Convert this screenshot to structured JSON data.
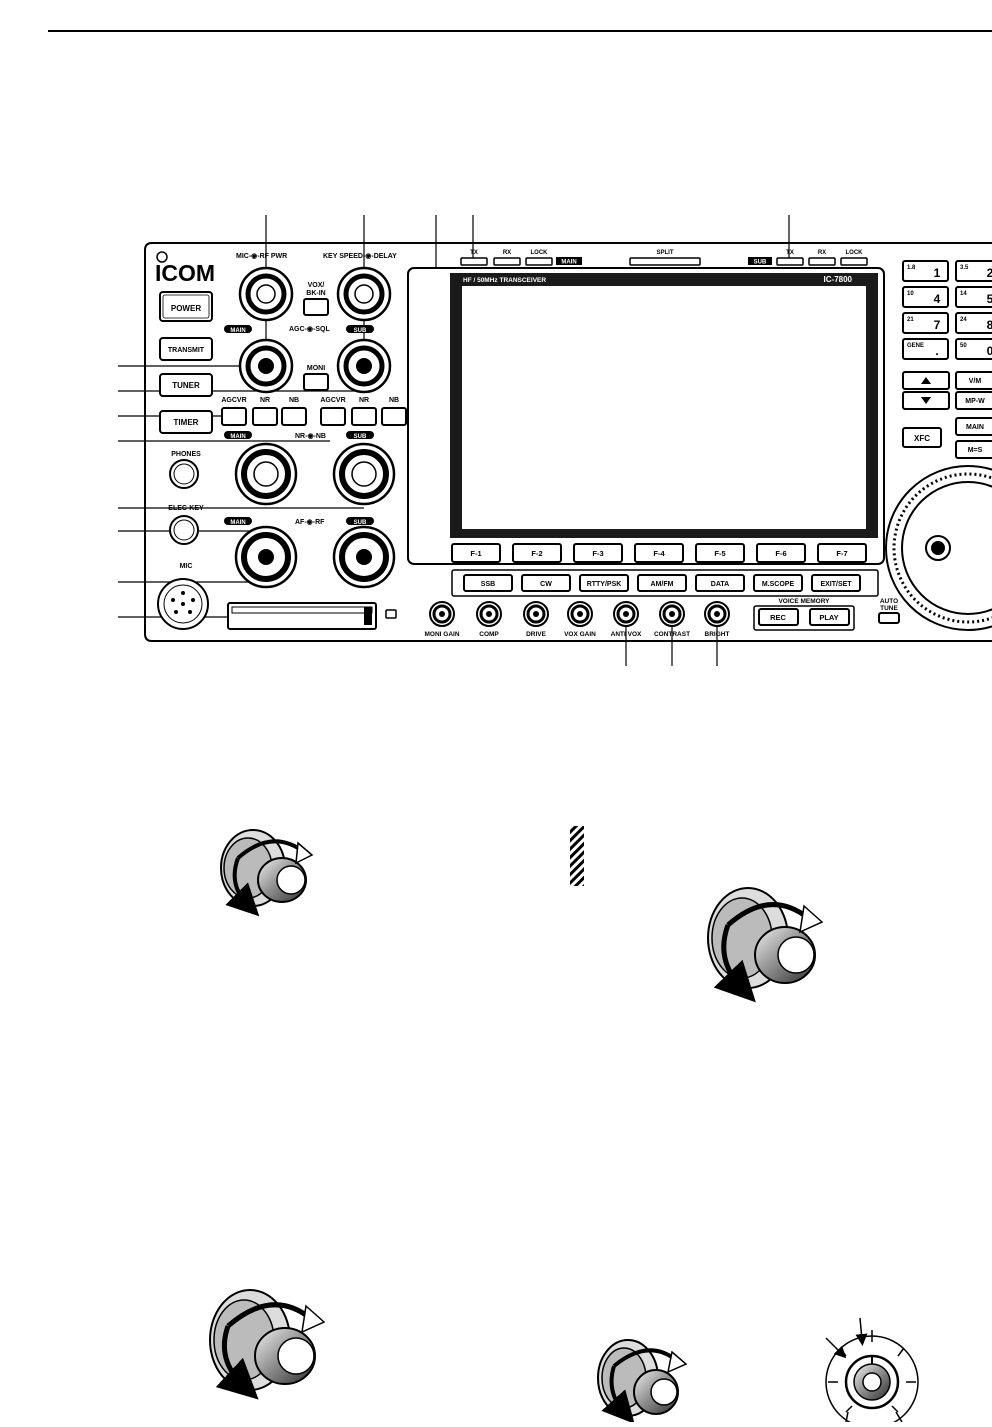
{
  "brand": {
    "logo": "ICOM",
    "model": "IC-7800",
    "lcd_title": "HF / 50MHz TRANSCEIVER"
  },
  "left_buttons": {
    "power": "POWER",
    "transmit": "TRANSMIT",
    "tuner": "TUNER",
    "timer": "TIMER"
  },
  "jacks": {
    "phones": "PHONES",
    "elec_key": "ELEC-KEY",
    "mic": "MIC"
  },
  "knob_labels": {
    "mic_rf_pwr": "MIC-◉-RF PWR",
    "key_speed_delay": "KEY SPEED-◉-DELAY",
    "agc_sql": "AGC-◉-SQL",
    "nr_nb": "NR-◉-NB",
    "af_rf": "AF-◉-RF",
    "main": "MAIN",
    "sub": "SUB"
  },
  "center_buttons": {
    "vox": "VOX/",
    "bkin": "BK-IN",
    "moni": "MONI"
  },
  "row_buttons": {
    "agcvr": "AGCVR",
    "nr": "NR",
    "nb": "NB"
  },
  "top_leds": {
    "tx": "TX",
    "rx": "RX",
    "lock": "LOCK",
    "main": "MAIN",
    "split": "SPLIT",
    "sub": "SUB"
  },
  "fkeys": [
    "F-1",
    "F-2",
    "F-3",
    "F-4",
    "F-5",
    "F-6",
    "F-7"
  ],
  "modes": [
    "SSB",
    "CW",
    "RTTY/PSK",
    "AM/FM",
    "DATA",
    "M.SCOPE",
    "EXIT/SET"
  ],
  "small_knobs": [
    "MONI GAIN",
    "COMP",
    "DRIVE",
    "VOX GAIN",
    "ANTI VOX",
    "CONTRAST",
    "BRIGHT"
  ],
  "voice_memory": {
    "title": "VOICE MEMORY",
    "rec": "REC",
    "play": "PLAY"
  },
  "auto_tune": {
    "line1": "AUTO",
    "line2": "TUNE"
  },
  "keypad": [
    {
      "small": "1.8",
      "big": "1"
    },
    {
      "small": "3.5",
      "big": "2"
    },
    {
      "small": "10",
      "big": "4"
    },
    {
      "small": "14",
      "big": "5"
    },
    {
      "small": "21",
      "big": "7"
    },
    {
      "small": "24",
      "big": "8"
    },
    {
      "small": "GENE",
      "big": "."
    },
    {
      "small": "50",
      "big": "0"
    }
  ],
  "right_buttons": {
    "vm": "V/M",
    "mpw": "MP-W",
    "xfc": "XFC",
    "main": "MAIN",
    "m_eq_s": "M=S"
  },
  "colors": {
    "ink": "#000000",
    "panel": "#ffffff",
    "lcd_screen": "#ffffff",
    "lcd_frame": "#1a1a1a",
    "knob_dark": "#1e1e1e",
    "gray": "#8a8a8a"
  }
}
